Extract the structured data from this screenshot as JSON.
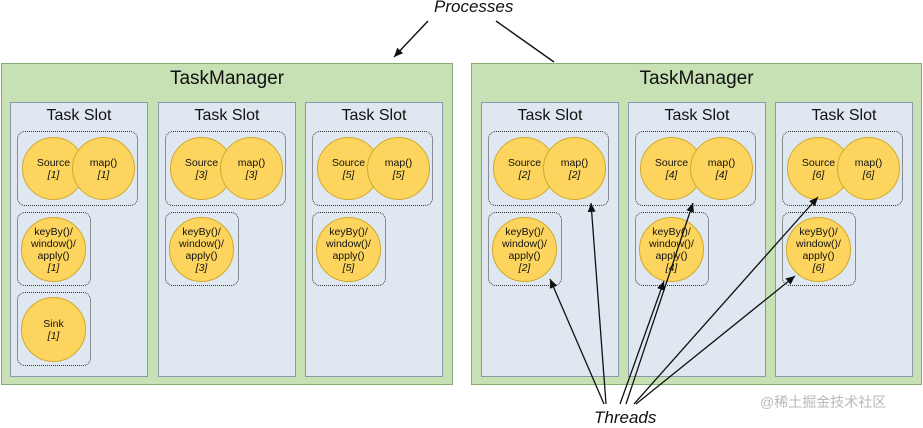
{
  "processes_label": "Processes",
  "threads_label": "Threads",
  "watermark": "@稀土掘金技术社区",
  "colors": {
    "task_manager_bg": "#c7e0b4",
    "task_slot_bg": "#dfe7f0",
    "operator_fill": "#fdd55e"
  },
  "task_managers": [
    {
      "title": "TaskManager",
      "slots": [
        {
          "title": "Task Slot",
          "source": {
            "name": "Source",
            "index": "[1]"
          },
          "map": {
            "name": "map()",
            "index": "[1]"
          },
          "keyby": {
            "line1": "keyBy()/",
            "line2": "window()/",
            "line3": "apply()",
            "index": "[1]"
          },
          "sink": {
            "name": "Sink",
            "index": "[1]"
          }
        },
        {
          "title": "Task Slot",
          "source": {
            "name": "Source",
            "index": "[3]"
          },
          "map": {
            "name": "map()",
            "index": "[3]"
          },
          "keyby": {
            "line1": "keyBy()/",
            "line2": "window()/",
            "line3": "apply()",
            "index": "[3]"
          }
        },
        {
          "title": "Task Slot",
          "source": {
            "name": "Source",
            "index": "[5]"
          },
          "map": {
            "name": "map()",
            "index": "[5]"
          },
          "keyby": {
            "line1": "keyBy()/",
            "line2": "window()/",
            "line3": "apply()",
            "index": "[5]"
          }
        }
      ]
    },
    {
      "title": "TaskManager",
      "slots": [
        {
          "title": "Task Slot",
          "source": {
            "name": "Source",
            "index": "[2]"
          },
          "map": {
            "name": "map()",
            "index": "[2]"
          },
          "keyby": {
            "line1": "keyBy()/",
            "line2": "window()/",
            "line3": "apply()",
            "index": "[2]"
          }
        },
        {
          "title": "Task Slot",
          "source": {
            "name": "Source",
            "index": "[4]"
          },
          "map": {
            "name": "map()",
            "index": "[4]"
          },
          "keyby": {
            "line1": "keyBy()/",
            "line2": "window()/",
            "line3": "apply()",
            "index": "[4]"
          }
        },
        {
          "title": "Task Slot",
          "source": {
            "name": "Source",
            "index": "[6]"
          },
          "map": {
            "name": "map()",
            "index": "[6]"
          },
          "keyby": {
            "line1": "keyBy()/",
            "line2": "window()/",
            "line3": "apply()",
            "index": "[6]"
          }
        }
      ]
    }
  ]
}
